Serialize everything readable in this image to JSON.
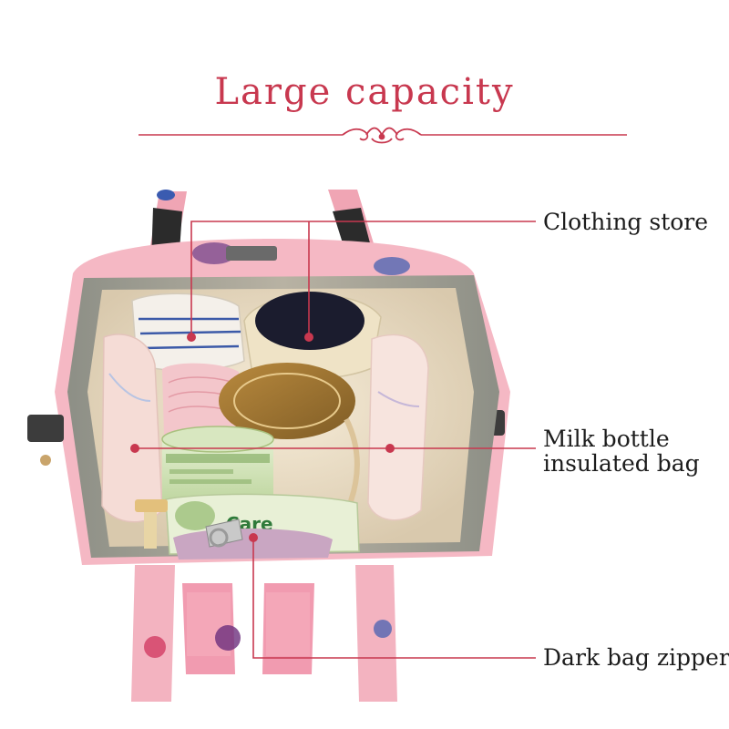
{
  "title": "Large capacity",
  "accent_color": "#c8384f",
  "callouts": [
    {
      "label": "Clothing store"
    },
    {
      "label_lines": [
        "Milk bottle",
        "insulated bag"
      ]
    },
    {
      "label": "Dark bag zipper"
    }
  ],
  "photo": {
    "subject": "open pink diaper backpack viewed from above",
    "visible_print": "Care"
  }
}
